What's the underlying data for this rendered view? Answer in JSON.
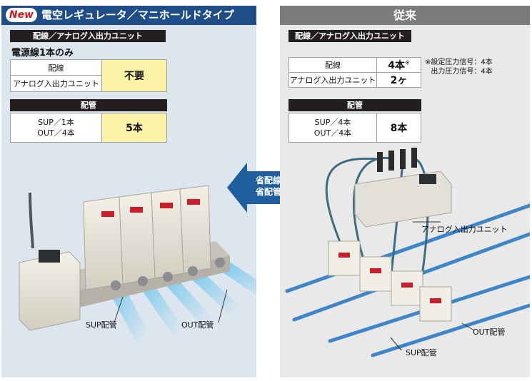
{
  "left": {
    "badge": "New",
    "title": "電空レギュレータ／マニホールドタイプ",
    "section1": "配線／アナログ入出力ユニット",
    "subtitle": "電源線1本のみ",
    "row1_label": "配線",
    "row2_label": "アナログ入出力ユニット",
    "value1": "不要",
    "section2": "配管",
    "pipe_line1": "SUP／1本",
    "pipe_line2": "OUT／4本",
    "value2": "5本",
    "label_sup": "SUP配管",
    "label_out": "OUT配管"
  },
  "right": {
    "title": "従来",
    "section1": "配線／アナログ入出力ユニット",
    "row1_label": "配線",
    "row1_value": "4本",
    "row1_mark": "※",
    "row2_label": "アナログ入出力ユニット",
    "row2_value": "2ヶ",
    "note1": "※設定圧力信号：4本",
    "note2": "出力圧力信号：4本",
    "section2": "配管",
    "pipe_line1": "SUP／4本",
    "pipe_line2": "OUT／4本",
    "value2": "8本",
    "label_unit": "アナログ入出力ユニット",
    "label_out": "OUT配管",
    "label_sup": "SUP配管"
  },
  "arrow": {
    "line1": "省配線",
    "line2": "省配管"
  },
  "colors": {
    "left_bg": "#dde6ef",
    "left_header": "#1f4d87",
    "right_bg": "#e9e9ea",
    "right_header": "#7b7c7e",
    "highlight": "#fdf3a7",
    "arrow": "#1f5f9f"
  }
}
